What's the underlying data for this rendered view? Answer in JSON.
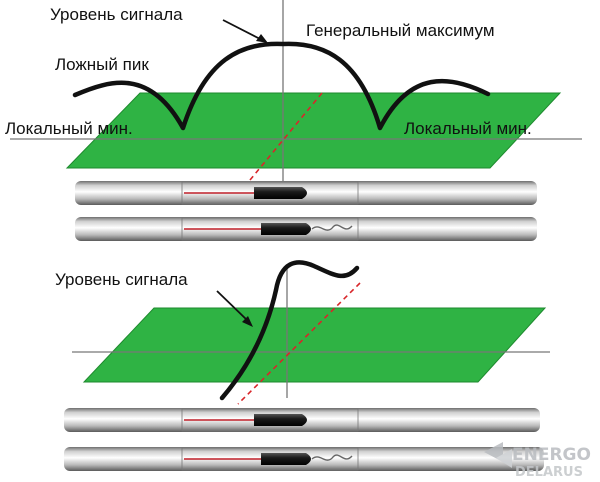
{
  "labels": {
    "signal_level_top": "Уровень сигнала",
    "general_maximum": "Генеральный максимум",
    "false_peak": "Ложный пик",
    "local_min_left": "Локальный мин.",
    "local_min_right": "Локальный мин.",
    "signal_level_bottom": "Уровень сигнала"
  },
  "watermark": {
    "line1": "ENERGO",
    "line2": "DELARUS"
  },
  "colors": {
    "plane": "#2fb344",
    "plane_edge": "#1e8a2e",
    "curve": "#111111",
    "axis": "#777777",
    "dashed": "#d8262a",
    "cable_red": "#c0202a",
    "watermark": "#b9bcc0"
  },
  "icons": [
    "sensor-probe-icon",
    "energo-logo-icon"
  ]
}
